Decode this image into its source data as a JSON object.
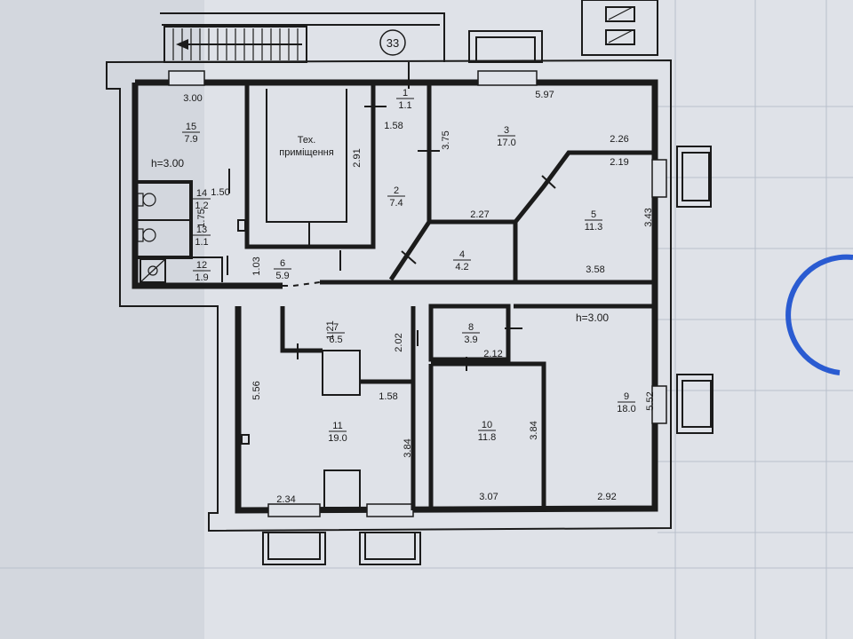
{
  "building_number": "33",
  "service_room_label": [
    "Тех.",
    "приміщення"
  ],
  "rooms": [
    {
      "n": "1",
      "area": "1.1"
    },
    {
      "n": "2",
      "area": "7.4"
    },
    {
      "n": "3",
      "area": "17.0"
    },
    {
      "n": "4",
      "area": "4.2"
    },
    {
      "n": "5",
      "area": "11.3"
    },
    {
      "n": "6",
      "area": "5.9"
    },
    {
      "n": "7",
      "area": "6.5"
    },
    {
      "n": "8",
      "area": "3.9"
    },
    {
      "n": "9",
      "area": "18.0"
    },
    {
      "n": "10",
      "area": "11.8"
    },
    {
      "n": "11",
      "area": "19.0"
    },
    {
      "n": "12",
      "area": "1.9"
    },
    {
      "n": "13",
      "area": "1.1"
    },
    {
      "n": "14",
      "area": "1.2"
    },
    {
      "n": "15",
      "area": "7.9"
    }
  ],
  "heights": [
    "h=3.00",
    "h=3.00"
  ],
  "dimensions": [
    "3.00",
    "5.97",
    "1.58",
    "3.75",
    "2.91",
    "2.26",
    "2.19",
    "1.50",
    "1.75",
    "2.27",
    "3.43",
    "1.03",
    "3.58",
    "1.21",
    "2.02",
    "2.12",
    "5.56",
    "1.58",
    "3.84",
    "3.84",
    "5.52",
    "2.34",
    "3.07",
    "2.92"
  ]
}
